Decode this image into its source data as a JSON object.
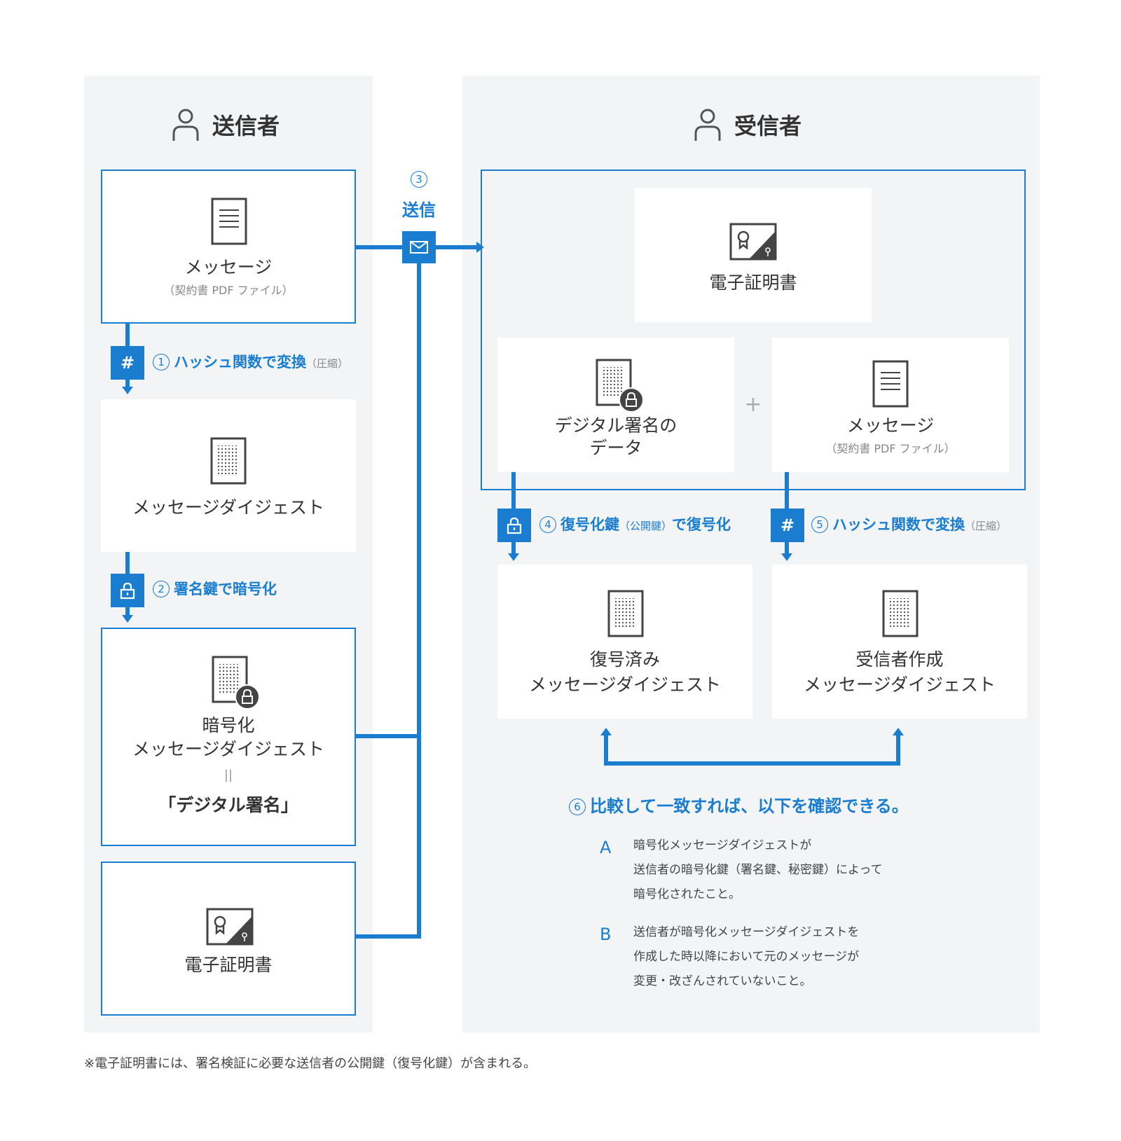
{
  "sender": {
    "title": "送信者",
    "message_box": {
      "label": "メッセージ",
      "sub": "（契約書 PDF ファイル）"
    },
    "step1": {
      "number": "1",
      "label": "ハッシュ関数で変換",
      "note": "（圧縮）",
      "icon": "#"
    },
    "digest_box": {
      "label": "メッセージダイジェスト"
    },
    "step2": {
      "number": "2",
      "label": "署名鍵で暗号化"
    },
    "encrypted_box": {
      "line1": "暗号化",
      "line2": "メッセージダイジェスト",
      "equals": "||",
      "signature": "「デジタル署名」"
    },
    "cert_box": {
      "label": "電子証明書"
    }
  },
  "send": {
    "number": "3",
    "label": "送信"
  },
  "receiver": {
    "title": "受信者",
    "cert_box": {
      "label": "電子証明書"
    },
    "signature_box": {
      "line1": "デジタル署名の",
      "line2": "データ"
    },
    "plus": "+",
    "message_box": {
      "label": "メッセージ",
      "sub": "（契約書 PDF ファイル）"
    },
    "step4": {
      "number": "4",
      "label_a": "復号化鍵",
      "note": "（公開鍵）",
      "label_b": "で復号化"
    },
    "step5": {
      "number": "5",
      "label": "ハッシュ関数で変換",
      "note": "（圧縮）",
      "icon": "#"
    },
    "decrypted_box": {
      "line1": "復号済み",
      "line2": "メッセージダイジェスト"
    },
    "created_box": {
      "line1": "受信者作成",
      "line2": "メッセージダイジェスト"
    },
    "step6": {
      "number": "6",
      "label": "比較して一致すれば、以下を確認できる。"
    },
    "confirm_a": {
      "letter": "A",
      "line1": "暗号化メッセージダイジェストが",
      "line2": "送信者の暗号化鍵（署名鍵、秘密鍵）によって",
      "line3": "暗号化されたこと。"
    },
    "confirm_b": {
      "letter": "B",
      "line1": "送信者が暗号化メッセージダイジェストを",
      "line2": "作成した時以降において元のメッセージが",
      "line3": "変更・改ざんされていないこと。"
    }
  },
  "footnote": "※電子証明書には、署名検証に必要な送信者の公開鍵（復号化鍵）が含まれる。",
  "colors": {
    "accent": "#1a7dd0",
    "panel": "#f3f4f6",
    "text": "#333333"
  }
}
